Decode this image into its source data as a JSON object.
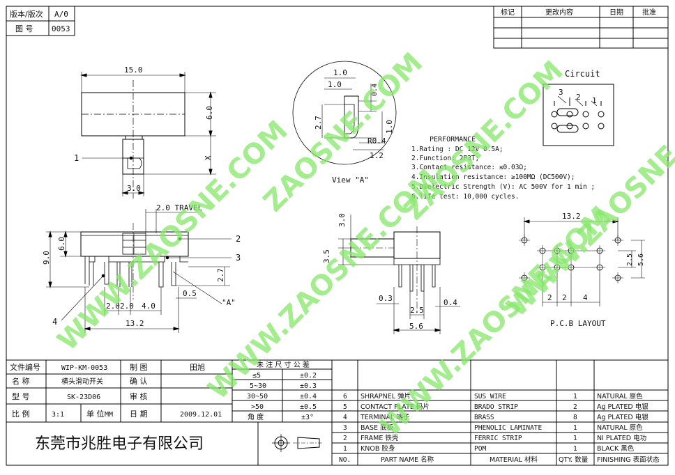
{
  "title_block": {
    "version_label": "版本/版次",
    "version_value": "A/0",
    "drawing_no_label": "图  号",
    "drawing_no_value": "0053"
  },
  "revision_table": {
    "headers": [
      "标记",
      "更改内容",
      "日期",
      "批准"
    ]
  },
  "top_view": {
    "width_dim": "15.0",
    "height_dim": "6.0",
    "x_dim": "X",
    "knob_dim": "3.0",
    "part_callout": "1"
  },
  "view_a": {
    "dims": [
      "1.0",
      "1.0",
      "0.4",
      "2.7",
      "1.0",
      "R0.4",
      "1.2"
    ],
    "caption": "View \"A\""
  },
  "circuit": {
    "title": "Circuit",
    "pins": [
      "3",
      "2",
      "1"
    ]
  },
  "performance": {
    "title": "PERFORMANCE",
    "items": [
      "1.Rating : DC 12V 0.5A;",
      "2.Function: 2P3T;",
      "3.Contact resistance: ≤0.03Ω;",
      "4.Insulation resistance: ≥100MΩ (DC500V);",
      "5.Dielectric Strength (V): AC 500V for 1 min ;",
      "6.life test: 10,000 cycles."
    ]
  },
  "front_view": {
    "travel": "2.0 TRAVEL",
    "height_total": "9.0",
    "height_body": "6.0",
    "leg": "2.7",
    "gap": "0.5",
    "pitch_dims": [
      "2.0",
      "2.0",
      "4.0"
    ],
    "overall": "13.2",
    "view_marker": "\"A\"",
    "callouts": [
      "2",
      "3",
      "4"
    ]
  },
  "side_view": {
    "knob": "3.0",
    "height": "3.5",
    "pin": "0.3",
    "pitch": "2.5",
    "tab": "0.4",
    "overall": "5.6"
  },
  "pcb_layout": {
    "width": "13.2",
    "row_pitch": "2.5",
    "height": "5.6",
    "col_dims": [
      "2",
      "2",
      "4"
    ],
    "caption": "P.C.B LAYOUT"
  },
  "info_block": {
    "rows": [
      {
        "label": "文件编号",
        "value": "WIP-KM-0053",
        "role": "制  图",
        "role_value": "田旭"
      },
      {
        "label": "名  称",
        "value": "横头滑动开关",
        "role": "确  认",
        "role_value": ""
      },
      {
        "label": "型  号",
        "value": "SK-23D06",
        "role": "审  核",
        "role_value": ""
      },
      {
        "label": "比  例",
        "value": "3:1",
        "role": "日  期",
        "role_value": "2009.12.01"
      }
    ],
    "unit_label": "单  位",
    "unit_value": "MM",
    "company": "东莞市兆胜电子有限公司"
  },
  "tolerance": {
    "title": "未 注 尺 寸 公 差",
    "rows": [
      [
        "≤5",
        "±0.2"
      ],
      [
        "5~30",
        "±0.3"
      ],
      [
        "30~50",
        "±0.4"
      ],
      [
        ">50",
        "±0.5"
      ],
      [
        "角  度",
        "±3°"
      ]
    ]
  },
  "bom": {
    "headers": [
      "NO.",
      "PART  NAME  名称",
      "MATERIAL 材料",
      "QTY. 数量",
      "FINISHING 表面状态"
    ],
    "rows": [
      [
        "6",
        "SHRAPNEL  弹片",
        "SUS WIRE",
        "1",
        "NATURAL 原色"
      ],
      [
        "5",
        "CONTACT PLATE  码片",
        "BRADO STRIP",
        "2",
        "Ag PLATED  电银"
      ],
      [
        "4",
        "TERMINAL  端子",
        "BRASS",
        "8",
        "Ag PLATED  电银"
      ],
      [
        "3",
        "BASE  底板",
        "PHENOLIC LAMINATE",
        "1",
        "NATURAL 原色"
      ],
      [
        "2",
        "FRAME  铁壳",
        "FERRIC STRIP",
        "1",
        "NI PLATED  电功"
      ],
      [
        "1",
        "KNOB  胶身",
        "POM",
        "1",
        "BLACK 黑色"
      ]
    ]
  },
  "watermarks": [
    "ZAOSNE.COM",
    "WWW.ZAOSNE.COM",
    "ZAOSNE.COM",
    "WWW.ZAOSNE.COM",
    "WWW.ZAOSNE.COM",
    "WWW.ZAOSNE.COM"
  ]
}
